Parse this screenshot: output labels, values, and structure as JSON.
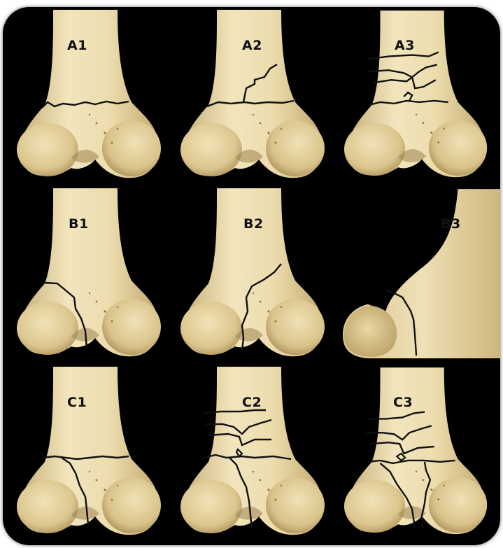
{
  "panels": [
    {
      "id": "A1",
      "label": "A1"
    },
    {
      "id": "A2",
      "label": "A2"
    },
    {
      "id": "A3",
      "label": "A3"
    },
    {
      "id": "B1",
      "label": "B1"
    },
    {
      "id": "B2",
      "label": "B2"
    },
    {
      "id": "B3",
      "label": "B3"
    },
    {
      "id": "C1",
      "label": "C1"
    },
    {
      "id": "C2",
      "label": "C2"
    },
    {
      "id": "C3",
      "label": "C3"
    }
  ],
  "colors": {
    "background": "#000000",
    "bone": "#e7d6a4",
    "bone_light": "#f3e7c4",
    "bone_shadow": "#bda56e",
    "fracture_line": "#111111"
  }
}
